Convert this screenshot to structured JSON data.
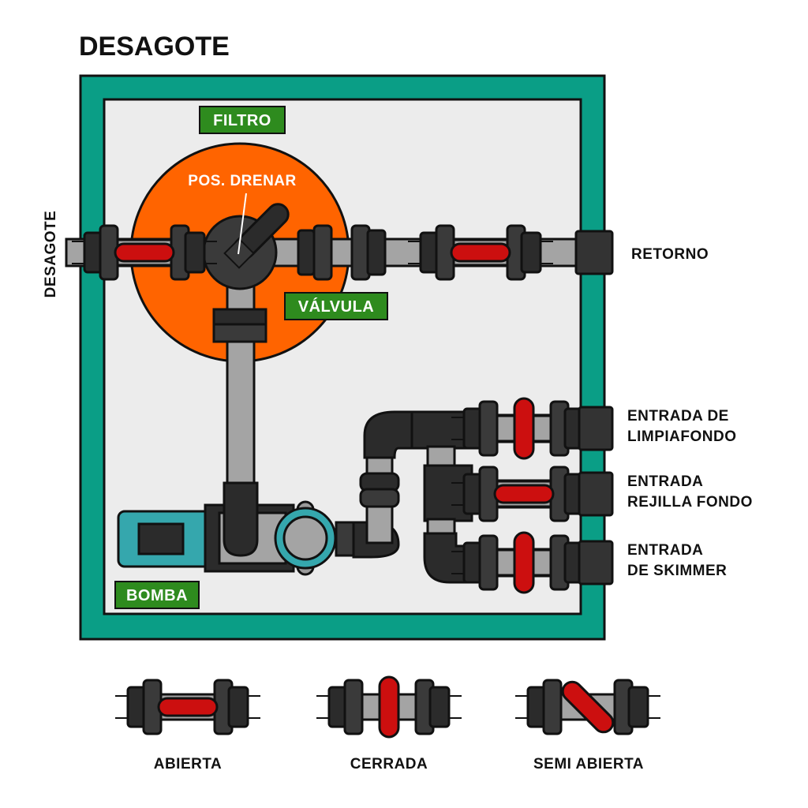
{
  "title": "DESAGOTE",
  "labels": {
    "desagote_side": "DESAGOTE",
    "retorno": "RETORNO",
    "entrada_limpiafondo": [
      "ENTRADA DE",
      "LIMPIAFONDO"
    ],
    "entrada_rejilla": [
      "ENTRADA",
      "REJILLA FONDO"
    ],
    "entrada_skimmer": [
      "ENTRADA",
      "DE SKIMMER"
    ]
  },
  "tags": {
    "filtro": "FILTRO",
    "valvula": "VÁLVULA",
    "bomba": "BOMBA",
    "pos_drenar": "POS. DRENAR"
  },
  "legend": [
    {
      "state": "open",
      "label": "ABIERTA"
    },
    {
      "state": "closed",
      "label": "CERRADA"
    },
    {
      "state": "semi",
      "label": "SEMI ABIERTA"
    }
  ],
  "colors": {
    "frame": "#0a9e86",
    "floor": "#ececec",
    "filter": "#ff6400",
    "tag_bg": "#2e8b1e",
    "pipe": "#a4a4a4",
    "fitting": "#3a3a3a",
    "handle": "#cc0f0f",
    "pump": "#35a7ad"
  }
}
